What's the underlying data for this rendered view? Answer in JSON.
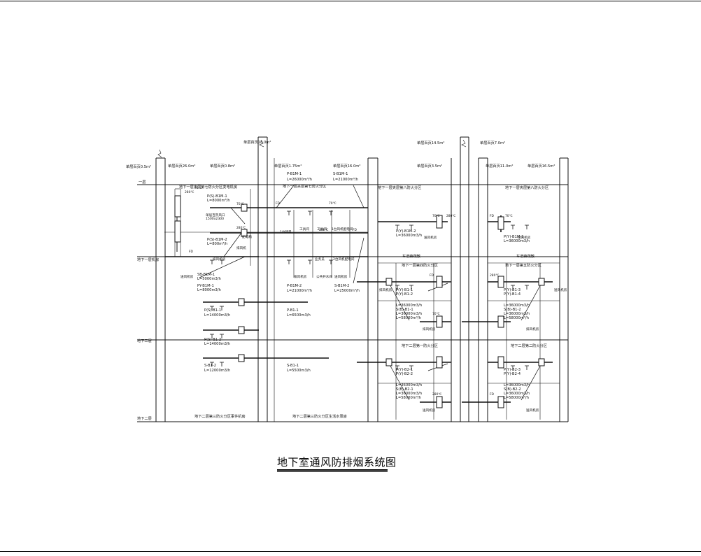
{
  "title": "地下室通风防排烟系统图",
  "floors": [
    "一层",
    "地下一层机房",
    "地下二层",
    "地下二层"
  ],
  "shafts": [
    "单层百页0.5m²",
    "单层百页26.0m²",
    "单层百页0.8m²",
    "单层百页18.0m²",
    "单层百页1.75m²",
    "单层百页16.0m²",
    "单层百页14.5m²",
    "单层百页3.5m²",
    "单层百页7.0m²",
    "单层百页11.0m²",
    "单层百页16.5m²"
  ],
  "zones": [
    "地下一层夹层第七防火分区变电机房",
    "地下一层夹层第七防火分区",
    "地下一层夹层第八防火分区",
    "地下一层夹层第八防火分区",
    "地下一层第四防火分区",
    "车道旁疏散",
    "地下一层第五防火分区",
    "车道旁疏散",
    "地下二层第一防火分区",
    "地下二层第二防火分区",
    "地下二层第三防火分区事件机房",
    "地下二层第三防火分区生活水泵房"
  ],
  "rooms": [
    "工具间",
    "工具间",
    "1台风机配电间",
    "2台风机配电间",
    "1台新风",
    "业务员",
    "公共开水间",
    "送风机房",
    "排风机房",
    "排风机房",
    "送风机房",
    "单层百页风口",
    "1500x2300",
    "排风机",
    "配电箱",
    "送风机房",
    "排风机房",
    "送风机房",
    "排风机房",
    "排风机房",
    "送风机房",
    "排风机房",
    "送风机房"
  ],
  "systems": [
    "P(S)-B1M-1",
    "L=8000m³/h",
    "P(S)-B1M-2",
    "L=800m³/h",
    "SB-B1M-1",
    "L=5000m3/h",
    "PY-B1M-1",
    "L=8000m3/h",
    "P(S)-B1-1",
    "L=14000m3/h",
    "P(S)-B1-2",
    "L=14000m3/h",
    "S-B1-2",
    "L=12000m3/h",
    "P-B1M-1",
    "L=26000m³/h",
    "S-B1M-1",
    "L=21000m³/h",
    "P-B1M-2",
    "L=21000m³/h",
    "S-B1M-2",
    "L=25000m³/h",
    "P-B1-1",
    "L=6500m3/h",
    "S-B1-1",
    "L=5500m3/h",
    "P(Y)-B1M-2",
    "L=36000m3/h",
    "P(Y)-B1M-1",
    "L=36000m3/h",
    "P(Y)-B1-1",
    "P(Y)-B1-2",
    "L=36000m3/h",
    "S(B)-B1-1",
    "L=36000m3/h",
    "L=58000m³/h",
    "P(Y)-B1-3",
    "P(Y)-B1-4",
    "L=36000m3/h",
    "S(B)-B1-2",
    "L=36000m3/h",
    "L=58000m³/h",
    "P(Y)-B2-1",
    "P(Y)-B2-2",
    "L=36000m3/h",
    "S(B)-B2-1",
    "L=36000m3/h",
    "L=58000m³/h",
    "P(Y)-B2-3",
    "P(Y)-B2-4",
    "L=36000m3/h",
    "S(B)-B2-2",
    "L=36000m3/h",
    "L=58000m³/h"
  ],
  "dampers": [
    "70℃",
    "280℃",
    "FD",
    "70℃",
    "280℃",
    "FD",
    "70℃",
    "280℃",
    "FD",
    "70℃",
    "280℃",
    "FD",
    "70℃",
    "280℃",
    "FD",
    "70℃",
    "280℃",
    "FD"
  ],
  "colors": {
    "line": "#111111",
    "paper": "#ffffff"
  }
}
